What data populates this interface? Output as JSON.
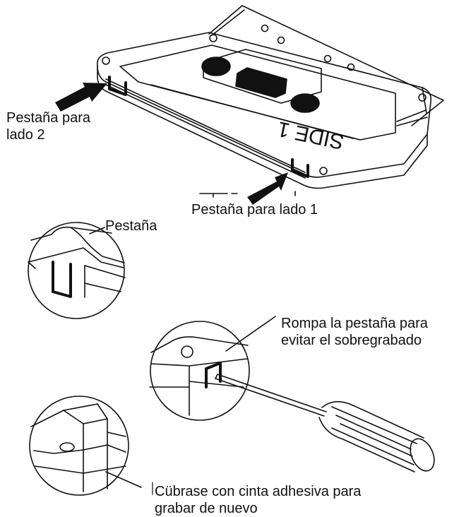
{
  "labels": {
    "tab_side2": [
      "Pestaña para",
      "lado 2"
    ],
    "tab_side1": "Pestaña para lado 1",
    "tab": "Pestaña",
    "break_tab": [
      "Rompa la pestaña para",
      "evitar el sobregrabado"
    ],
    "cover_tape": [
      "Cübrase con cinta adhesiva para",
      "grabar de nuevo"
    ]
  },
  "cassette": {
    "side_text": "SIDE 1"
  },
  "icons": [
    "arrow-right-icon",
    "arrow-up-right-icon",
    "screwdriver-icon",
    "magnifier-circle-icon"
  ]
}
